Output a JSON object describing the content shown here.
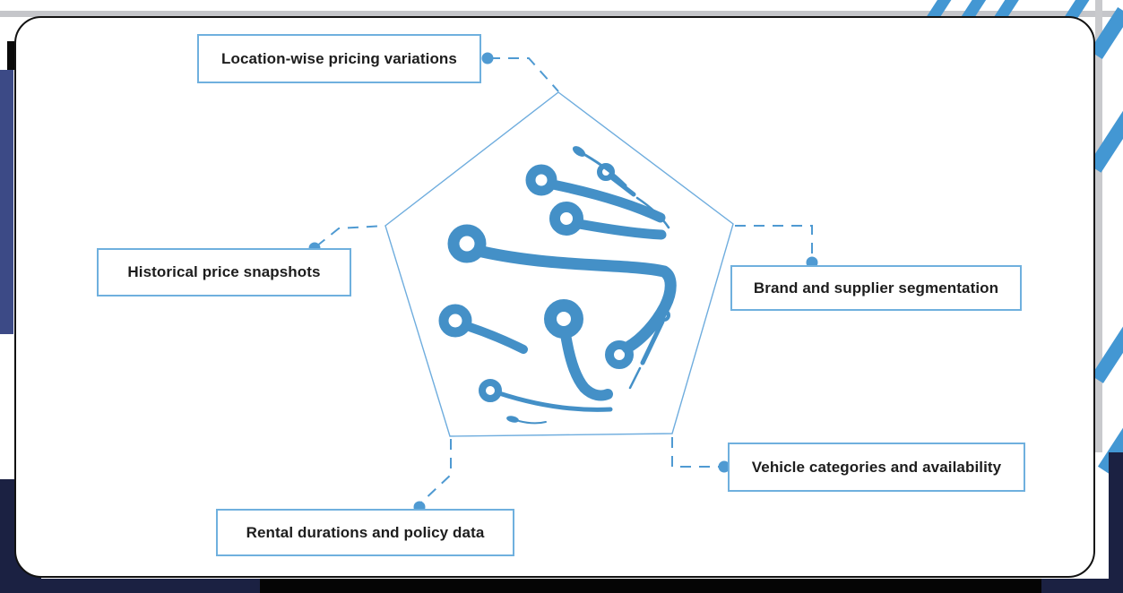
{
  "diagram": {
    "center_shape": "pentagon",
    "center_icon": "circuit-brain-icon",
    "nodes": [
      {
        "label": "Location-wise pricing variations",
        "position": "top-left"
      },
      {
        "label": "Historical price snapshots",
        "position": "left"
      },
      {
        "label": "Brand and supplier segmentation",
        "position": "right"
      },
      {
        "label": "Vehicle categories and availability",
        "position": "bottom-right"
      },
      {
        "label": "Rental durations and policy data",
        "position": "bottom"
      }
    ],
    "colors": {
      "icon_blue": "#4490c7",
      "connector_blue": "#4f9ad2",
      "pentagon_outline": "#6fadde",
      "box_border": "#6fb0de",
      "text": "#1d1d1d",
      "background_navy": "#1b2142",
      "background_indigo": "#3c4a86",
      "background_gray": "#c5c6ca",
      "stripe_blue": "#4397d3"
    }
  }
}
